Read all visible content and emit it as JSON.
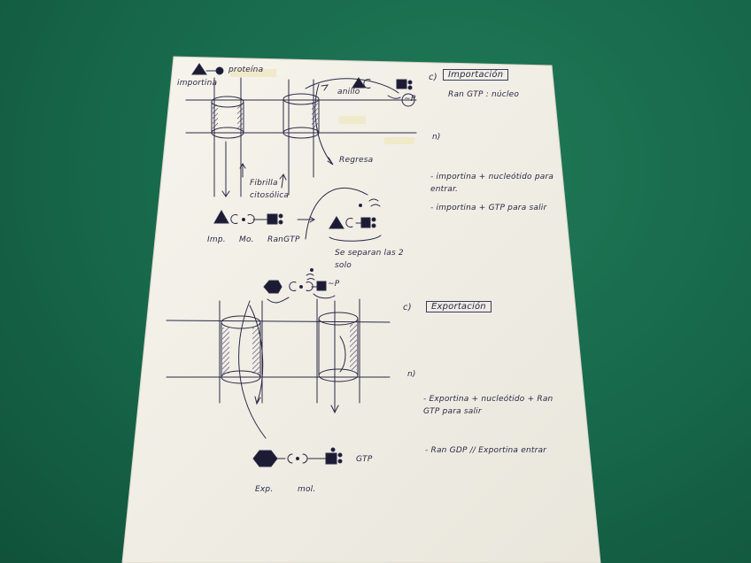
{
  "paper_color": "#f3f1e9",
  "ink_color": "#2b2a45",
  "table_color": "#17674a",
  "top": {
    "label_importina": "importina",
    "label_proteina": "proteína",
    "label_anillo": "anillo",
    "label_p": "~P",
    "label_c": "c)",
    "title_importacion": "Importación",
    "note_rangtp": "Ran GTP : núcleo",
    "label_n": "n)",
    "label_regresa": "Regresa",
    "label_fibrilla": "Fibrilla citosólica",
    "bullet_1": "- importina + nucleótido para entrar.",
    "bullet_2": "- importina + GTP para salir",
    "label_imp": "Imp.",
    "label_mol": "Mo.",
    "label_rangtp": "RanGTP",
    "note_separan": "Se separan las 2 solo"
  },
  "bottom": {
    "label_p": "~P",
    "label_c": "c)",
    "title_exportacion": "Exportación",
    "label_n": "n)",
    "bullet_1": "- Exportina + nucleótido + Ran GTP para salir",
    "bullet_2": "- Ran GDP // Exportina entrar",
    "label_gtp": "GTP",
    "label_exp": "Exp.",
    "label_mol": "mol."
  }
}
